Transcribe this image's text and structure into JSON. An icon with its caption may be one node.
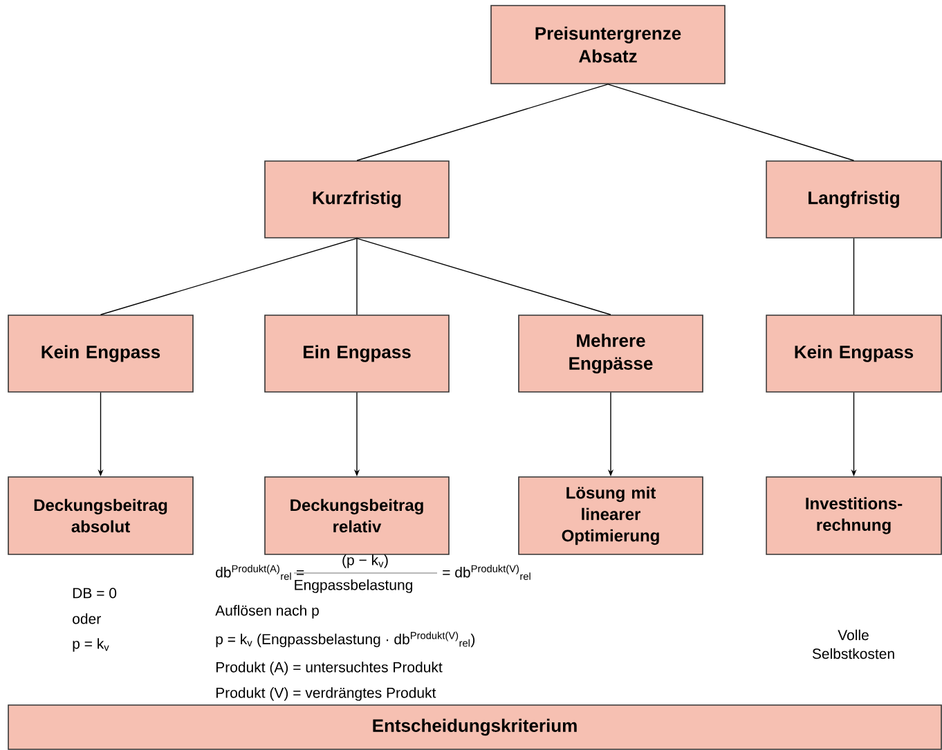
{
  "diagram": {
    "nodes": [
      {
        "text": [
          "Preisuntergrenze Absatz"
        ]
      },
      {
        "text": [
          "Kurzfristig"
        ]
      },
      {
        "text": [
          "Langfristig"
        ]
      },
      {
        "text": [
          "Kein Engpass"
        ]
      },
      {
        "text": [
          "Ein Engpass"
        ]
      },
      {
        "text": [
          "Mehrere Engpässe"
        ]
      },
      {
        "text": [
          "Kein Engpass"
        ]
      },
      {
        "text": [
          "Deckungsbeitrag absolut"
        ]
      },
      {
        "text": [
          "Deckungsbeitrag relativ"
        ]
      },
      {
        "text": [
          "Lösung mit linearer Optimierung"
        ]
      },
      {
        "text": [
          "Investitions- rechnung"
        ]
      },
      {
        "text": [
          "Entscheidungskriterium"
        ]
      }
    ],
    "edges": [
      {
        "from": 0,
        "to": 1,
        "arrow": "none"
      },
      {
        "from": 0,
        "to": 2,
        "arrow": "none"
      },
      {
        "from": 1,
        "to": 3,
        "arrow": "none"
      },
      {
        "from": 1,
        "to": 4,
        "arrow": "none"
      },
      {
        "from": 1,
        "to": 5,
        "arrow": "none"
      },
      {
        "from": 2,
        "to": 6,
        "arrow": "none"
      },
      {
        "from": 3,
        "to": 7,
        "arrow": "to"
      },
      {
        "from": 4,
        "to": 8,
        "arrow": "to"
      },
      {
        "from": 5,
        "to": 9,
        "arrow": "to"
      },
      {
        "from": 6,
        "to": 10,
        "arrow": "to"
      }
    ],
    "labels": [
      "DB = 0",
      "oder",
      "p = k$_{v}$",
      "db$^{Produkt(A)}$$_{rel}$ =",
      "(p − k$_{v}$)",
      "Engpassbelastung",
      "= db$^{Produkt(V)}$$_{rel}$",
      "Auflösen nach p",
      "p = k$_{v}$    (Engpassbelastung · db$^{Produkt(V)}$$_{rel}$)",
      "Produkt (A) = untersuchtes Produkt",
      "Produkt (V) = verdrängtes Produkt",
      "Volle Selbstkosten"
    ]
  }
}
